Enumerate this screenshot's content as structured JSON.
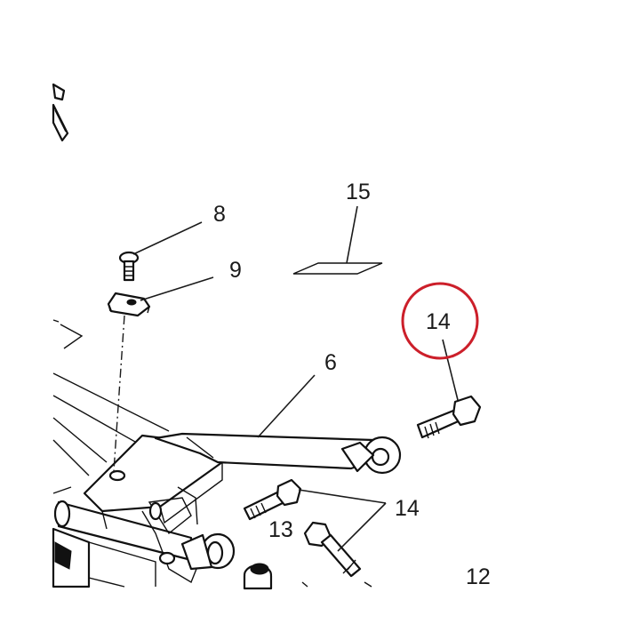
{
  "callouts": {
    "c8": "8",
    "c9": "9",
    "c15": "15",
    "c14_top": "14",
    "c6": "6",
    "c14_bottom": "14",
    "c13": "13",
    "c12": "12"
  },
  "highlight": {
    "color": "#cc1f2a",
    "target": "14"
  },
  "colors": {
    "line": "#1a1a1a",
    "background": "#ffffff"
  }
}
